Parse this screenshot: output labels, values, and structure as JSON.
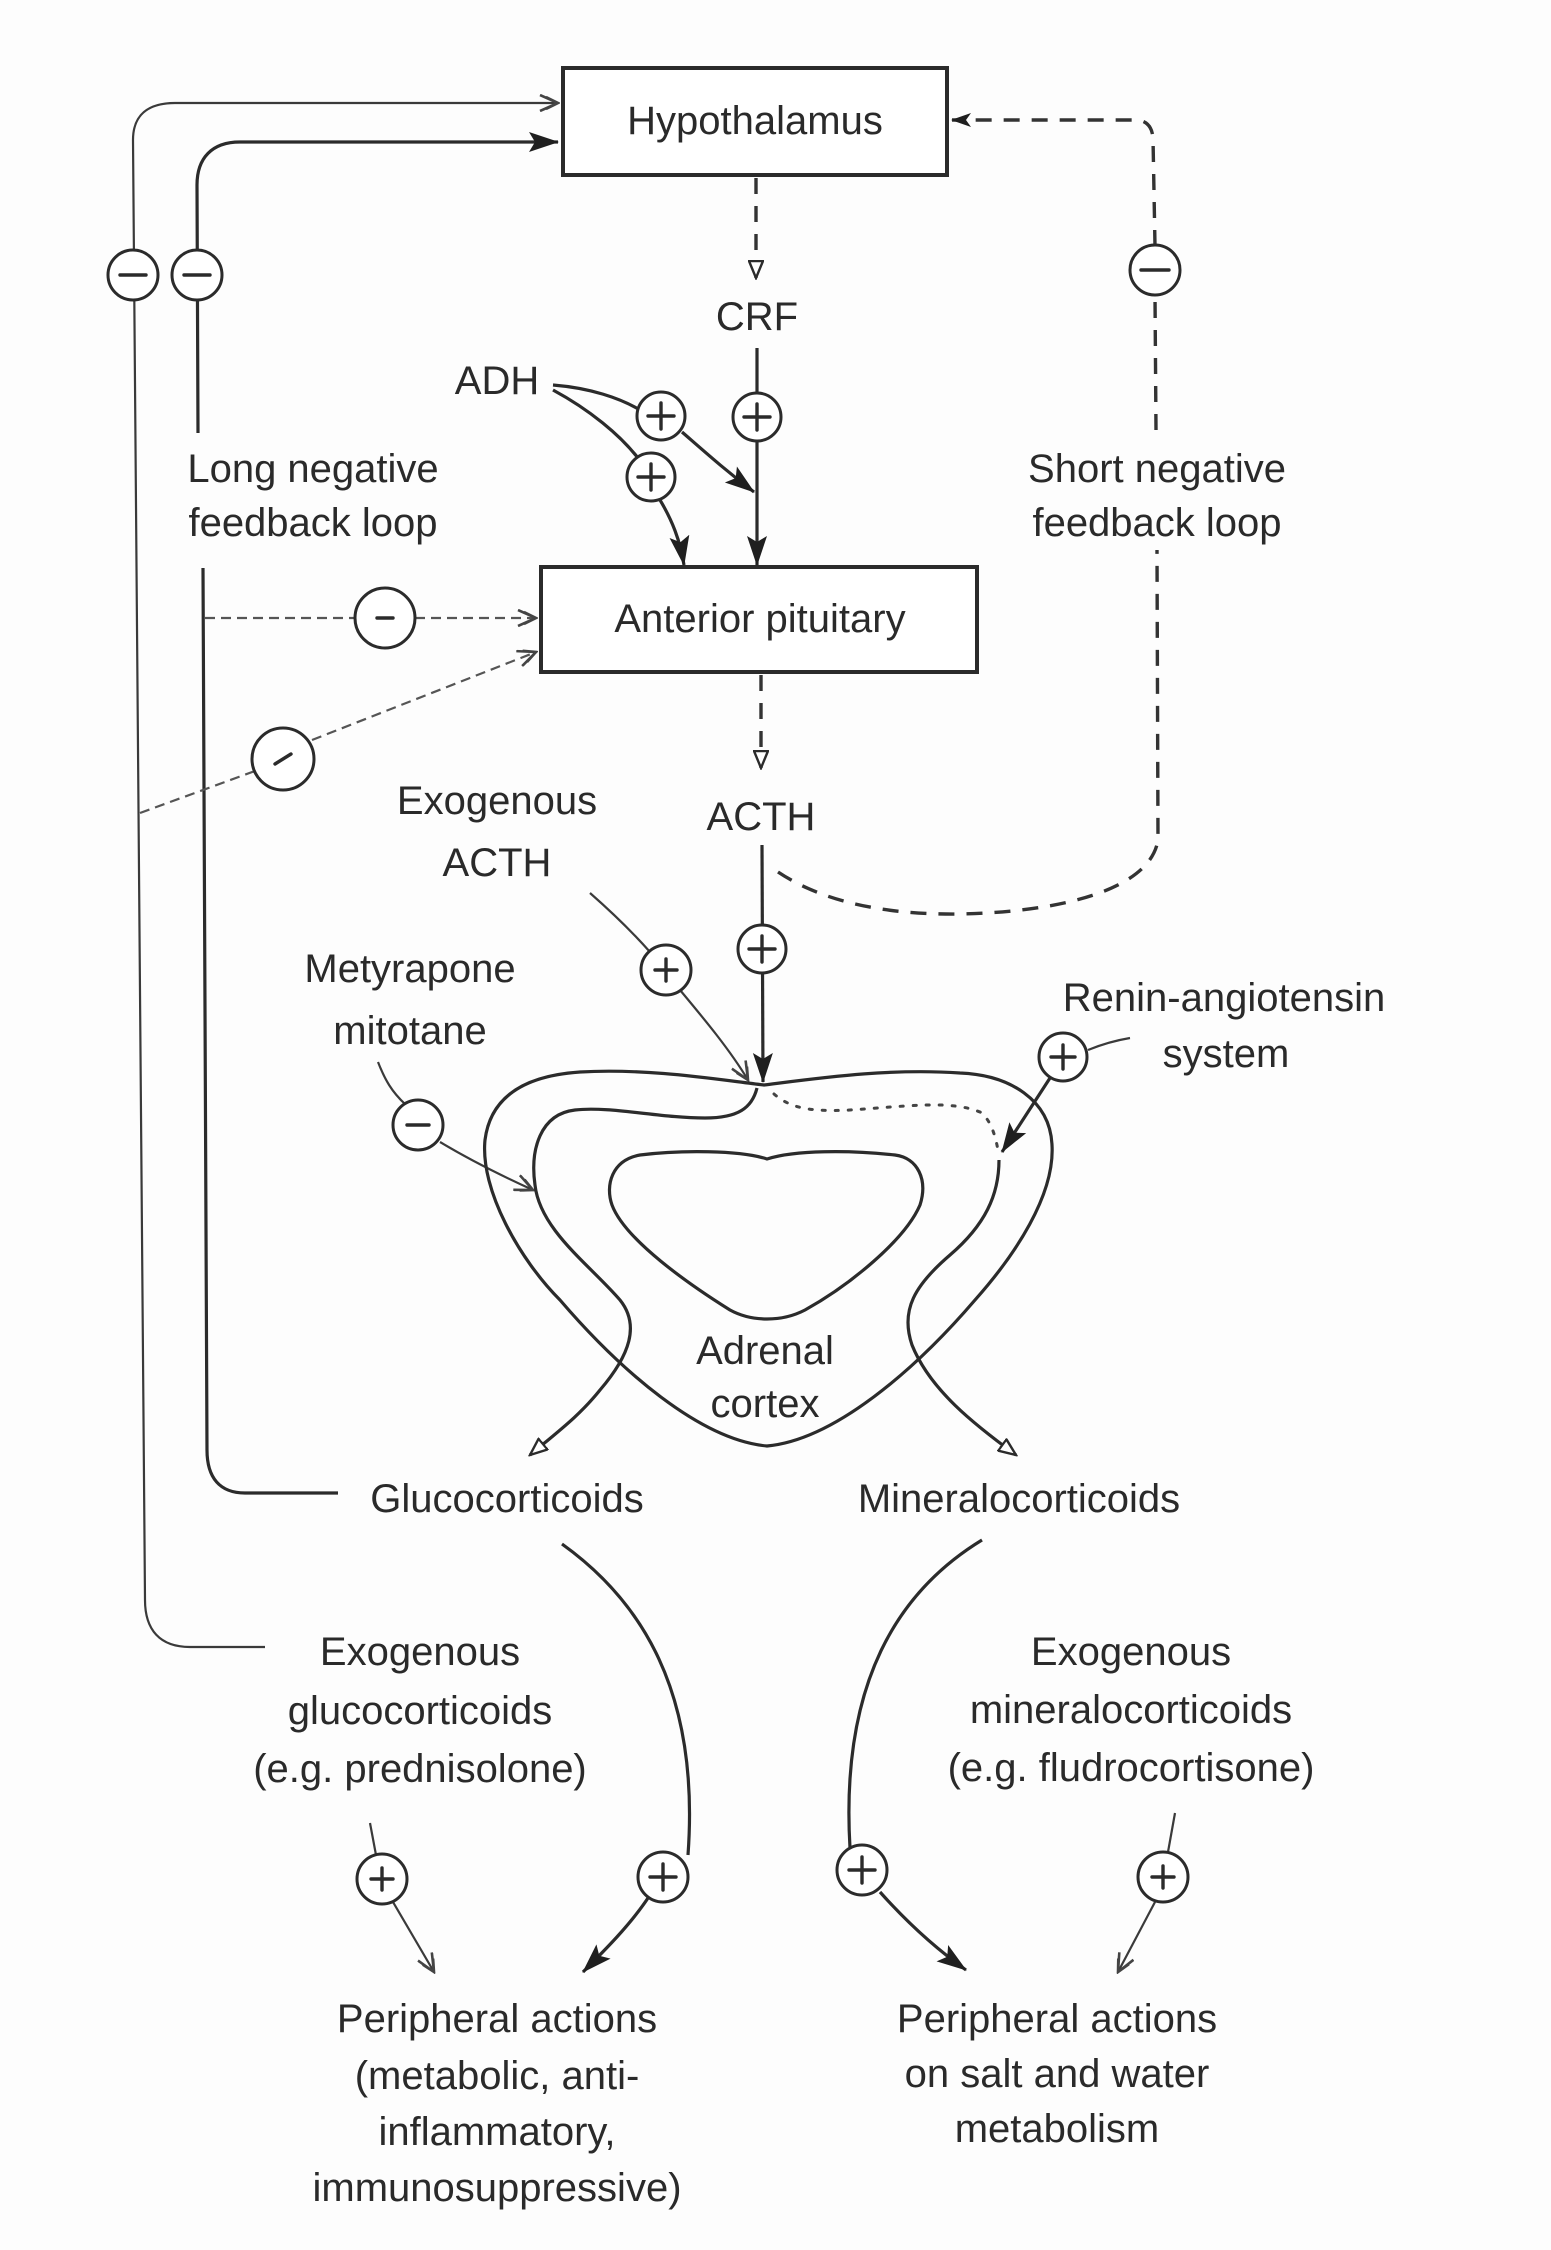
{
  "diagram": {
    "title": "Hypothalamic-pituitary-adrenal axis regulation",
    "nodes": {
      "hypothalamus": "Hypothalamus",
      "anterior_pituitary": "Anterior pituitary",
      "crf": "CRF",
      "adh": "ADH",
      "acth": "ACTH",
      "exogenous_acth": [
        "Exogenous",
        "ACTH"
      ],
      "metyrapone": [
        "Metyrapone",
        "mitotane"
      ],
      "renin": [
        "Renin-angiotensin",
        "system"
      ],
      "adrenal_cortex": [
        "Adrenal",
        "cortex"
      ],
      "glucocorticoids": "Glucocorticoids",
      "mineralocorticoids": "Mineralocorticoids",
      "exogenous_glucocorticoids": [
        "Exogenous",
        "glucocorticoids",
        "(e.g. prednisolone)"
      ],
      "exogenous_mineralocorticoids": [
        "Exogenous",
        "mineralocorticoids",
        "(e.g. fludrocortisone)"
      ],
      "peripheral_gluco": [
        "Peripheral actions",
        "(metabolic, anti-",
        "inflammatory,",
        "immunosuppressive)"
      ],
      "peripheral_mineral": [
        "Peripheral actions",
        "on salt and water",
        "metabolism"
      ]
    },
    "loops": {
      "long": [
        "Long negative",
        "feedback loop"
      ],
      "short": [
        "Short negative",
        "feedback loop"
      ]
    },
    "signs": {
      "positive": "+",
      "negative": "−"
    },
    "effects": [
      {
        "from": "long feedback (glucocorticoids)",
        "to": "Hypothalamus",
        "sign": "negative"
      },
      {
        "from": "long feedback (exogenous glucocorticoids)",
        "to": "Hypothalamus",
        "sign": "negative"
      },
      {
        "from": "long feedback (glucocorticoids)",
        "to": "Anterior pituitary",
        "sign": "negative"
      },
      {
        "from": "long feedback (exogenous glucocorticoids)",
        "to": "Anterior pituitary",
        "sign": "negative"
      },
      {
        "from": "ACTH (short loop)",
        "to": "Hypothalamus",
        "sign": "negative"
      },
      {
        "from": "CRF",
        "to": "Anterior pituitary",
        "sign": "positive"
      },
      {
        "from": "ADH",
        "to": "Anterior pituitary",
        "sign": "positive"
      },
      {
        "from": "ADH",
        "to": "CRF action",
        "sign": "positive"
      },
      {
        "from": "ACTH",
        "to": "Adrenal cortex",
        "sign": "positive"
      },
      {
        "from": "Exogenous ACTH",
        "to": "Adrenal cortex",
        "sign": "positive"
      },
      {
        "from": "Metyrapone mitotane",
        "to": "Adrenal cortex",
        "sign": "negative"
      },
      {
        "from": "Renin-angiotensin system",
        "to": "Adrenal cortex",
        "sign": "positive"
      },
      {
        "from": "Glucocorticoids",
        "to": "Peripheral actions (metabolic)",
        "sign": "positive"
      },
      {
        "from": "Exogenous glucocorticoids",
        "to": "Peripheral actions (metabolic)",
        "sign": "positive"
      },
      {
        "from": "Mineralocorticoids",
        "to": "Peripheral actions on salt and water",
        "sign": "positive"
      },
      {
        "from": "Exogenous mineralocorticoids",
        "to": "Peripheral actions on salt and water",
        "sign": "positive"
      }
    ]
  }
}
